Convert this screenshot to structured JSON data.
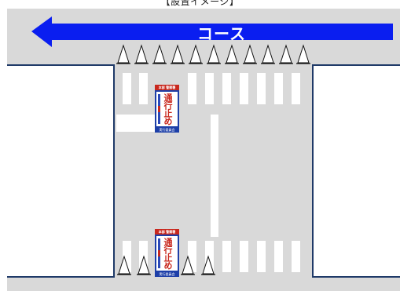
{
  "caption": "【設置イメージ】",
  "course_label": "コース",
  "signs": [
    {
      "header": "本部 警察署",
      "text": "通行止め",
      "footer": "実行委員会"
    },
    {
      "header": "本部 警察署",
      "text": "通行止め",
      "footer": "実行委員会"
    }
  ],
  "colors": {
    "road": "#d9d9d9",
    "arrow": "#0a1ef0",
    "curb": "#1f3a68",
    "crosswalk": "#ffffff"
  },
  "icons": [
    "left-arrow-icon",
    "traffic-cone-icon",
    "road-closed-sign-icon"
  ]
}
